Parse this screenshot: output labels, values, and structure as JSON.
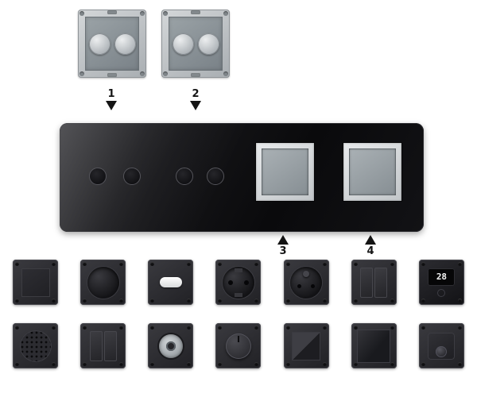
{
  "pointers": {
    "p1": "1",
    "p2": "2",
    "p3": "3",
    "p4": "4"
  },
  "panel": {
    "touch_circle_count": 4,
    "frame_slot_count": 2
  },
  "top_mechanisms": [
    {
      "name": "two-gang-switch-mechanism-1"
    },
    {
      "name": "two-gang-switch-mechanism-2"
    }
  ],
  "module_rows": [
    [
      {
        "name": "blank-cover-module",
        "type": "blank"
      },
      {
        "name": "round-recess-socket-module",
        "type": "socket-round"
      },
      {
        "name": "push-button-switch-module",
        "type": "oval-button"
      },
      {
        "name": "schuko-socket-module",
        "type": "schuko"
      },
      {
        "name": "french-socket-module",
        "type": "french"
      },
      {
        "name": "two-key-switch-module",
        "type": "keys2"
      },
      {
        "name": "thermostat-module",
        "type": "thermostat",
        "display": "28"
      }
    ],
    [
      {
        "name": "speaker-module",
        "type": "speaker"
      },
      {
        "name": "two-key-switch-module-b",
        "type": "keys2"
      },
      {
        "name": "tv-socket-module",
        "type": "tv"
      },
      {
        "name": "dimmer-knob-module",
        "type": "dimmer"
      },
      {
        "name": "card-switch-module",
        "type": "wedge"
      },
      {
        "name": "blank-glass-module",
        "type": "glass"
      },
      {
        "name": "pir-sensor-module",
        "type": "pir"
      }
    ]
  ],
  "colors": {
    "panel_black": "#0b0b0d",
    "module_dark": "#2a2a2e",
    "frame_silver": "#d6d9db",
    "arrow_black": "#141414"
  }
}
